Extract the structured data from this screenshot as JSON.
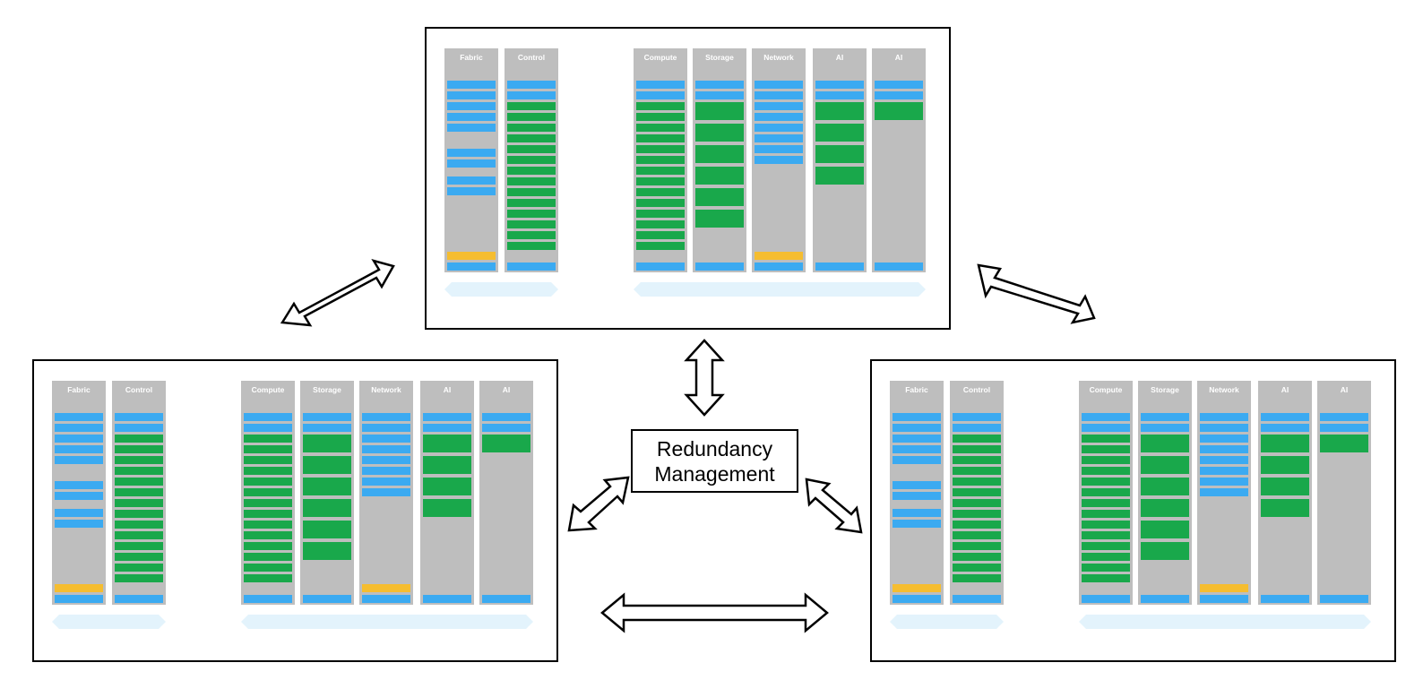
{
  "center": {
    "label": "Redundancy\nManagement"
  },
  "site_template": {
    "columns": [
      {
        "title": "Fabric",
        "subtitle": ""
      },
      {
        "title": "Control",
        "subtitle": ""
      },
      {
        "title": "Compute",
        "subtitle": ""
      },
      {
        "title": "Storage",
        "subtitle": ""
      },
      {
        "title": "Network",
        "subtitle": ""
      },
      {
        "title": "AI",
        "subtitle": ""
      },
      {
        "title": "AI",
        "subtitle": ""
      }
    ],
    "bands": [
      {
        "label": ""
      },
      {
        "label": ""
      }
    ]
  },
  "slot_colors": {
    "blue": "#3baaf1",
    "green": "#19a84b",
    "yellow": "#f5bd30",
    "column_bg": "#bebebe",
    "band": "#e3f3fc"
  },
  "sites": [
    {
      "name": "site-top"
    },
    {
      "name": "site-left"
    },
    {
      "name": "site-right"
    }
  ],
  "links": [
    {
      "from": "site-left",
      "to": "site-top",
      "style": "double-headed"
    },
    {
      "from": "site-top",
      "to": "site-right",
      "style": "double-headed"
    },
    {
      "from": "site-top",
      "to": "center",
      "style": "double-headed"
    },
    {
      "from": "site-left",
      "to": "center",
      "style": "double-headed"
    },
    {
      "from": "site-right",
      "to": "center",
      "style": "double-headed"
    },
    {
      "from": "site-left",
      "to": "site-right",
      "style": "double-headed"
    }
  ]
}
